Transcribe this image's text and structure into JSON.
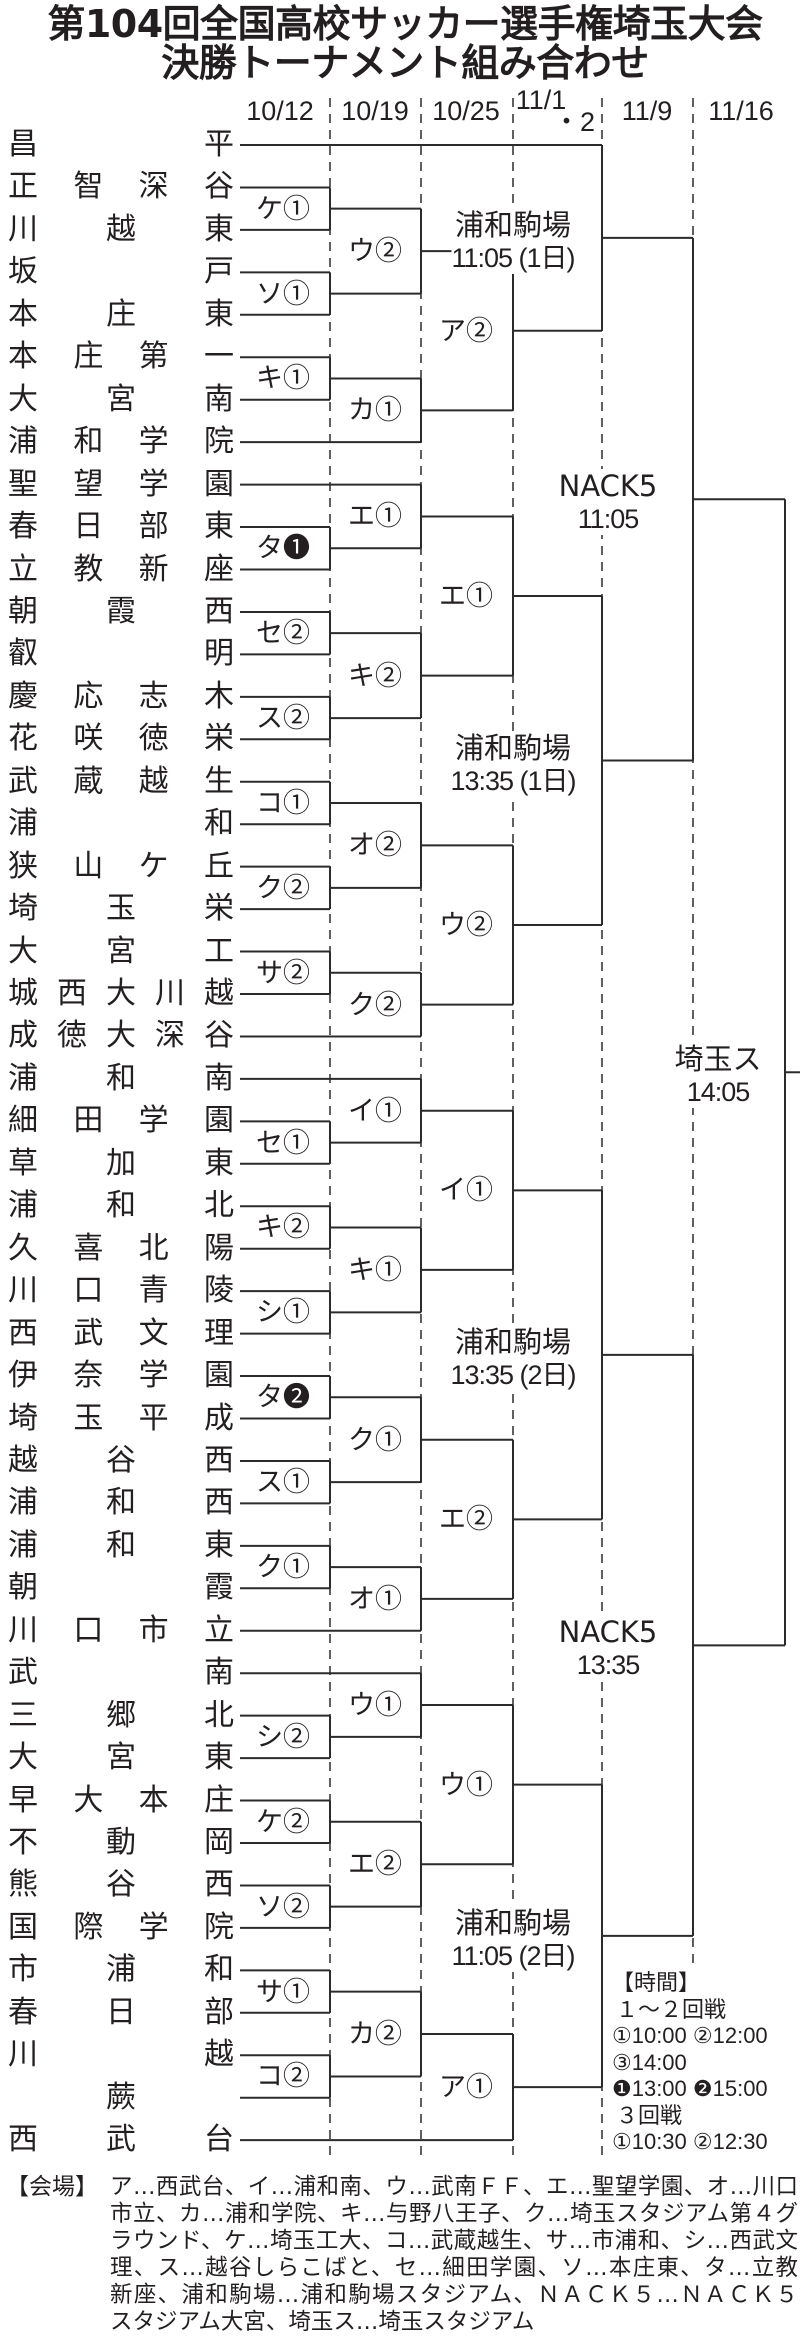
{
  "title": {
    "line1": "第104回全国高校サッカー選手権埼玉大会",
    "line2": "決勝トーナメント組み合わせ"
  },
  "dates": [
    "10/12",
    "10/19",
    "10/25",
    "11/1",
    "・2",
    "11/9",
    "11/16"
  ],
  "teams": [
    "昌平",
    "正智深谷",
    "川越東",
    "坂戸",
    "本庄東",
    "本庄第一",
    "大宮南",
    "浦和学院",
    "聖望学園",
    "春日部東",
    "立教新座",
    "朝霞西",
    "叡明",
    "慶応志木",
    "花咲徳栄",
    "武蔵越生",
    "浦和",
    "狭山ケ丘",
    "埼玉栄",
    "大宮工",
    "城西大川越",
    "成徳大深谷",
    "浦和南",
    "細田学園",
    "草加東",
    "浦和北",
    "久喜北陽",
    "川口青陵",
    "西武文理",
    "伊奈学園",
    "埼玉平成",
    "越谷西",
    "浦和西",
    "浦和東",
    "朝霞",
    "川口市立",
    "武南",
    "三郷北",
    "大宮東",
    "早大本庄",
    "不動岡",
    "熊谷西",
    "国際学院",
    "市浦和",
    "春日部",
    "川越",
    "蕨",
    "西武台"
  ],
  "bracket": {
    "round": 6,
    "venue": "埼玉ス",
    "time": "14:05",
    "children": [
      {
        "round": 5,
        "venue": "NACK5",
        "time": "11:05",
        "children": [
          {
            "round": 4,
            "venue": "浦和駒場",
            "time": "11:05 (1日)",
            "children": [
              0,
              {
                "round": 3,
                "label": "ア②",
                "children": [
                  {
                    "round": 2,
                    "label": "ウ②",
                    "children": [
                      {
                        "round": 1,
                        "label": "ケ①",
                        "children": [
                          1,
                          2
                        ]
                      },
                      {
                        "round": 1,
                        "label": "ソ①",
                        "children": [
                          3,
                          4
                        ]
                      }
                    ]
                  },
                  {
                    "round": 2,
                    "label": "カ①",
                    "children": [
                      {
                        "round": 1,
                        "label": "キ①",
                        "children": [
                          5,
                          6
                        ]
                      },
                      7
                    ]
                  }
                ]
              }
            ]
          },
          {
            "round": 4,
            "venue": "浦和駒場",
            "time": "13:35 (1日)",
            "children": [
              {
                "round": 3,
                "label": "エ①",
                "children": [
                  {
                    "round": 2,
                    "label": "エ①",
                    "children": [
                      8,
                      {
                        "round": 1,
                        "label": "タ❶",
                        "children": [
                          9,
                          10
                        ]
                      }
                    ]
                  },
                  {
                    "round": 2,
                    "label": "キ②",
                    "children": [
                      {
                        "round": 1,
                        "label": "セ②",
                        "children": [
                          11,
                          12
                        ]
                      },
                      {
                        "round": 1,
                        "label": "ス②",
                        "children": [
                          13,
                          14
                        ]
                      }
                    ]
                  }
                ]
              },
              {
                "round": 3,
                "label": "ウ②",
                "children": [
                  {
                    "round": 2,
                    "label": "オ②",
                    "children": [
                      {
                        "round": 1,
                        "label": "コ①",
                        "children": [
                          15,
                          16
                        ]
                      },
                      {
                        "round": 1,
                        "label": "ク②",
                        "children": [
                          17,
                          18
                        ]
                      }
                    ]
                  },
                  {
                    "round": 2,
                    "label": "ク②",
                    "children": [
                      {
                        "round": 1,
                        "label": "サ②",
                        "children": [
                          19,
                          20
                        ]
                      },
                      21
                    ]
                  }
                ]
              }
            ]
          }
        ]
      },
      {
        "round": 5,
        "venue": "NACK5",
        "time": "13:35",
        "children": [
          {
            "round": 4,
            "venue": "浦和駒場",
            "time": "13:35 (2日)",
            "children": [
              {
                "round": 3,
                "label": "イ①",
                "children": [
                  {
                    "round": 2,
                    "label": "イ①",
                    "children": [
                      22,
                      {
                        "round": 1,
                        "label": "セ①",
                        "children": [
                          23,
                          24
                        ]
                      }
                    ]
                  },
                  {
                    "round": 2,
                    "label": "キ①",
                    "children": [
                      {
                        "round": 1,
                        "label": "キ②",
                        "children": [
                          25,
                          26
                        ]
                      },
                      {
                        "round": 1,
                        "label": "シ①",
                        "children": [
                          27,
                          28
                        ]
                      }
                    ]
                  }
                ]
              },
              {
                "round": 3,
                "label": "エ②",
                "children": [
                  {
                    "round": 2,
                    "label": "ク①",
                    "children": [
                      {
                        "round": 1,
                        "label": "タ❷",
                        "children": [
                          29,
                          30
                        ]
                      },
                      {
                        "round": 1,
                        "label": "ス①",
                        "children": [
                          31,
                          32
                        ]
                      }
                    ]
                  },
                  {
                    "round": 2,
                    "label": "オ①",
                    "children": [
                      {
                        "round": 1,
                        "label": "ク①",
                        "children": [
                          33,
                          34
                        ]
                      },
                      35
                    ]
                  }
                ]
              }
            ]
          },
          {
            "round": 4,
            "venue": "浦和駒場",
            "time": "11:05 (2日)",
            "children": [
              {
                "round": 3,
                "label": "ウ①",
                "children": [
                  {
                    "round": 2,
                    "label": "ウ①",
                    "children": [
                      36,
                      {
                        "round": 1,
                        "label": "シ②",
                        "children": [
                          37,
                          38
                        ]
                      }
                    ]
                  },
                  {
                    "round": 2,
                    "label": "エ②",
                    "children": [
                      {
                        "round": 1,
                        "label": "ケ②",
                        "children": [
                          39,
                          40
                        ]
                      },
                      {
                        "round": 1,
                        "label": "ソ②",
                        "children": [
                          41,
                          42
                        ]
                      }
                    ]
                  }
                ]
              },
              {
                "round": 3,
                "label": "ア①",
                "children": [
                  {
                    "round": 2,
                    "label": "カ②",
                    "children": [
                      {
                        "round": 1,
                        "label": "サ①",
                        "children": [
                          43,
                          44
                        ]
                      },
                      {
                        "round": 1,
                        "label": "コ②",
                        "children": [
                          45,
                          46
                        ]
                      }
                    ]
                  },
                  47
                ]
              }
            ]
          }
        ]
      }
    ]
  },
  "schedule": {
    "heading": "【時間】",
    "lines": [
      "１～２回戦",
      "①10:00 ②12:00",
      "③14:00",
      "❶13:00 ❷15:00",
      "３回戦",
      "①10:30 ②12:30"
    ]
  },
  "venues": {
    "heading": "【会場】",
    "lines": [
      "ア…西武台、イ…浦和南、ウ…武南ＦＦ、エ…聖望学園、オ…川口",
      "市立、カ…浦和学院、キ…与野八王子、ク…埼玉スタジアム第４グ",
      "ラウンド、ケ…埼玉工大、コ…武蔵越生、サ…市浦和、シ…西武文",
      "理、ス…越谷しらこばと、セ…細田学園、ソ…本庄東、タ…立教",
      "新座、浦和駒場…浦和駒場スタジアム、ＮＡＣＫ５…ＮＡＣＫ５",
      "スタジアム大宮、埼玉ス…埼玉スタジアム"
    ]
  },
  "colors": {
    "ink": "#231f20",
    "line": "#2b2b2b",
    "background": "#ffffff"
  }
}
